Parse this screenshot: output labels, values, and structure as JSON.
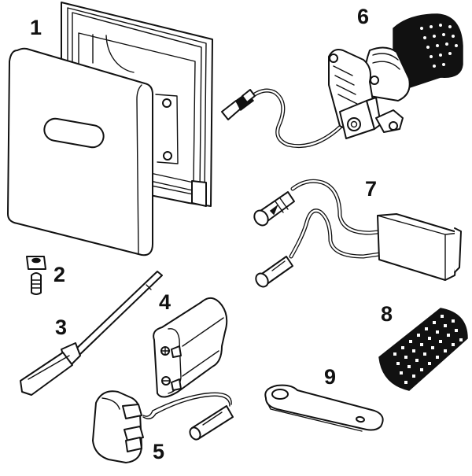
{
  "diagram": {
    "title": "Spare parts exploded view",
    "colors": {
      "line": "#111111",
      "background": "#ffffff"
    },
    "parts": [
      {
        "number": "1",
        "description": "Cover plate with mounting frame"
      },
      {
        "number": "2",
        "description": "Clamp nut and screw"
      },
      {
        "number": "3",
        "description": "Hex key / adjustment tool"
      },
      {
        "number": "4",
        "description": "Battery pack"
      },
      {
        "number": "5",
        "description": "Battery with connector cable"
      },
      {
        "number": "6",
        "description": "Solenoid valve with strainer and cable"
      },
      {
        "number": "7",
        "description": "Electronics module with cables"
      },
      {
        "number": "8",
        "description": "Strainer"
      },
      {
        "number": "9",
        "description": "Wrench / spanner"
      }
    ]
  }
}
